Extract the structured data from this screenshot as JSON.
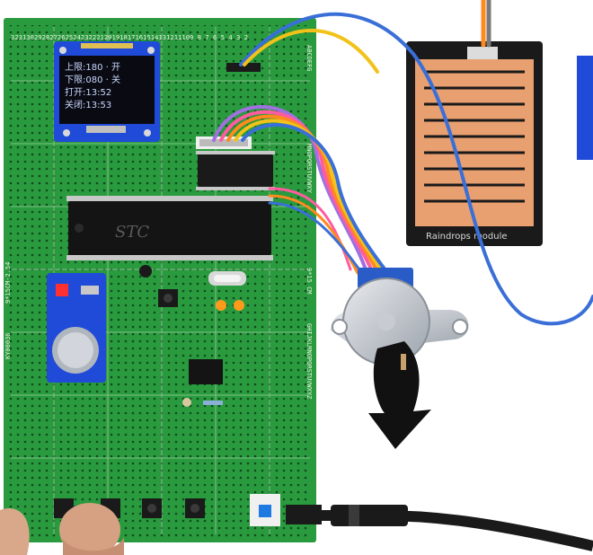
{
  "oled": {
    "lines": [
      "上限:180 · 开",
      "下限:080 · 关",
      "打开:13:52",
      "关闭:13:53"
    ]
  },
  "pcb": {
    "top_numbers": "32313029282726252423222120191817161514131211109  8  7  6  5  4  3  2",
    "right_letters_top": "ABCDEFG",
    "right_letters_mid": "MNOPQRSTUVWXY",
    "right_letters_low": "GHIJKLMNOPQRSTUVWXYZ",
    "left_label_a": "9*15CM-2.54",
    "left_label_b": "KY00036",
    "right_label": "9*15 CM"
  },
  "mcu": {
    "label": "STC"
  },
  "rain_sensor": {
    "label": "Raindrops module"
  },
  "colors": {
    "pcb": "#2a9a3e",
    "sensor_board": "#1a1a1a",
    "copper": "#e8a070",
    "wire_blue": "#3a6fd8",
    "wire_orange": "#ff8a1f",
    "wire_yellow": "#f2c21a",
    "wire_pink": "#ff5ca0",
    "wire_purple": "#a070e0"
  }
}
